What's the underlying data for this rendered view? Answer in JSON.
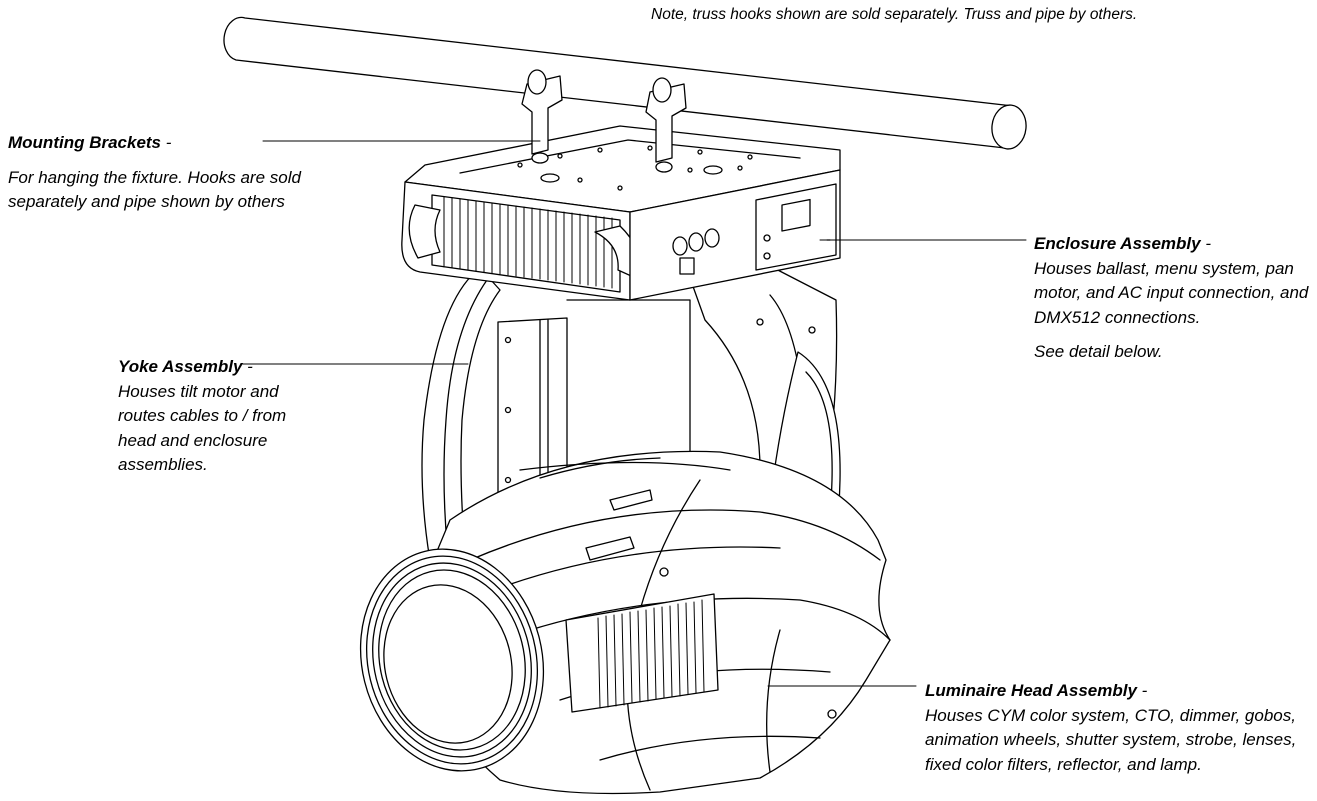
{
  "note": "Note, truss hooks shown are sold separately. Truss and pipe by others.",
  "callouts": {
    "mounting": {
      "title": "Mounting Brackets",
      "dash": " -",
      "description": "For hanging the fixture. Hooks are sold separately and pipe shown by others"
    },
    "enclosure": {
      "title": "Enclosure Assembly",
      "dash": " -",
      "description": "Houses ballast, menu system, pan motor, and AC input connection, and DMX512 connections.",
      "extra": "See detail below."
    },
    "yoke": {
      "title": "Yoke Assembly",
      "dash": " -",
      "description": "Houses tilt motor and routes cables to / from head and enclosure assemblies."
    },
    "luminaire": {
      "title": "Luminaire Head Assembly",
      "dash": " -",
      "description": "Houses CYM color system, CTO, dimmer, gobos, animation wheels, shutter system, strobe, lenses, fixed color filters, reflector, and lamp."
    }
  },
  "colors": {
    "line": "#000000",
    "background": "#ffffff"
  }
}
